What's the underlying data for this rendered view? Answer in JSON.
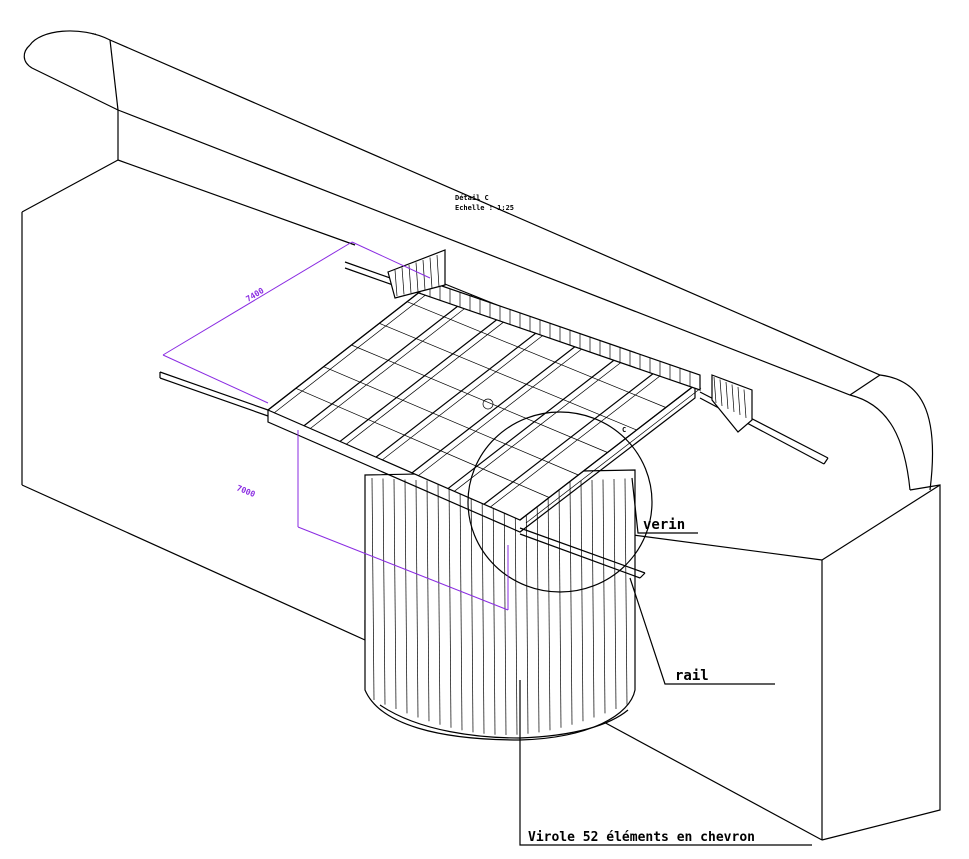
{
  "detail": {
    "title": "Détail C",
    "scale": "Echelle :  1:25"
  },
  "dimensions": {
    "width": "7400",
    "depth": "7000"
  },
  "labels": {
    "jack": "verin",
    "rail": "rail",
    "shell": "Virole 52 éléments en chevron",
    "marker": "C"
  },
  "colors": {
    "linework": "#000000",
    "dimension": "#8a2be2",
    "background": "#ffffff"
  }
}
